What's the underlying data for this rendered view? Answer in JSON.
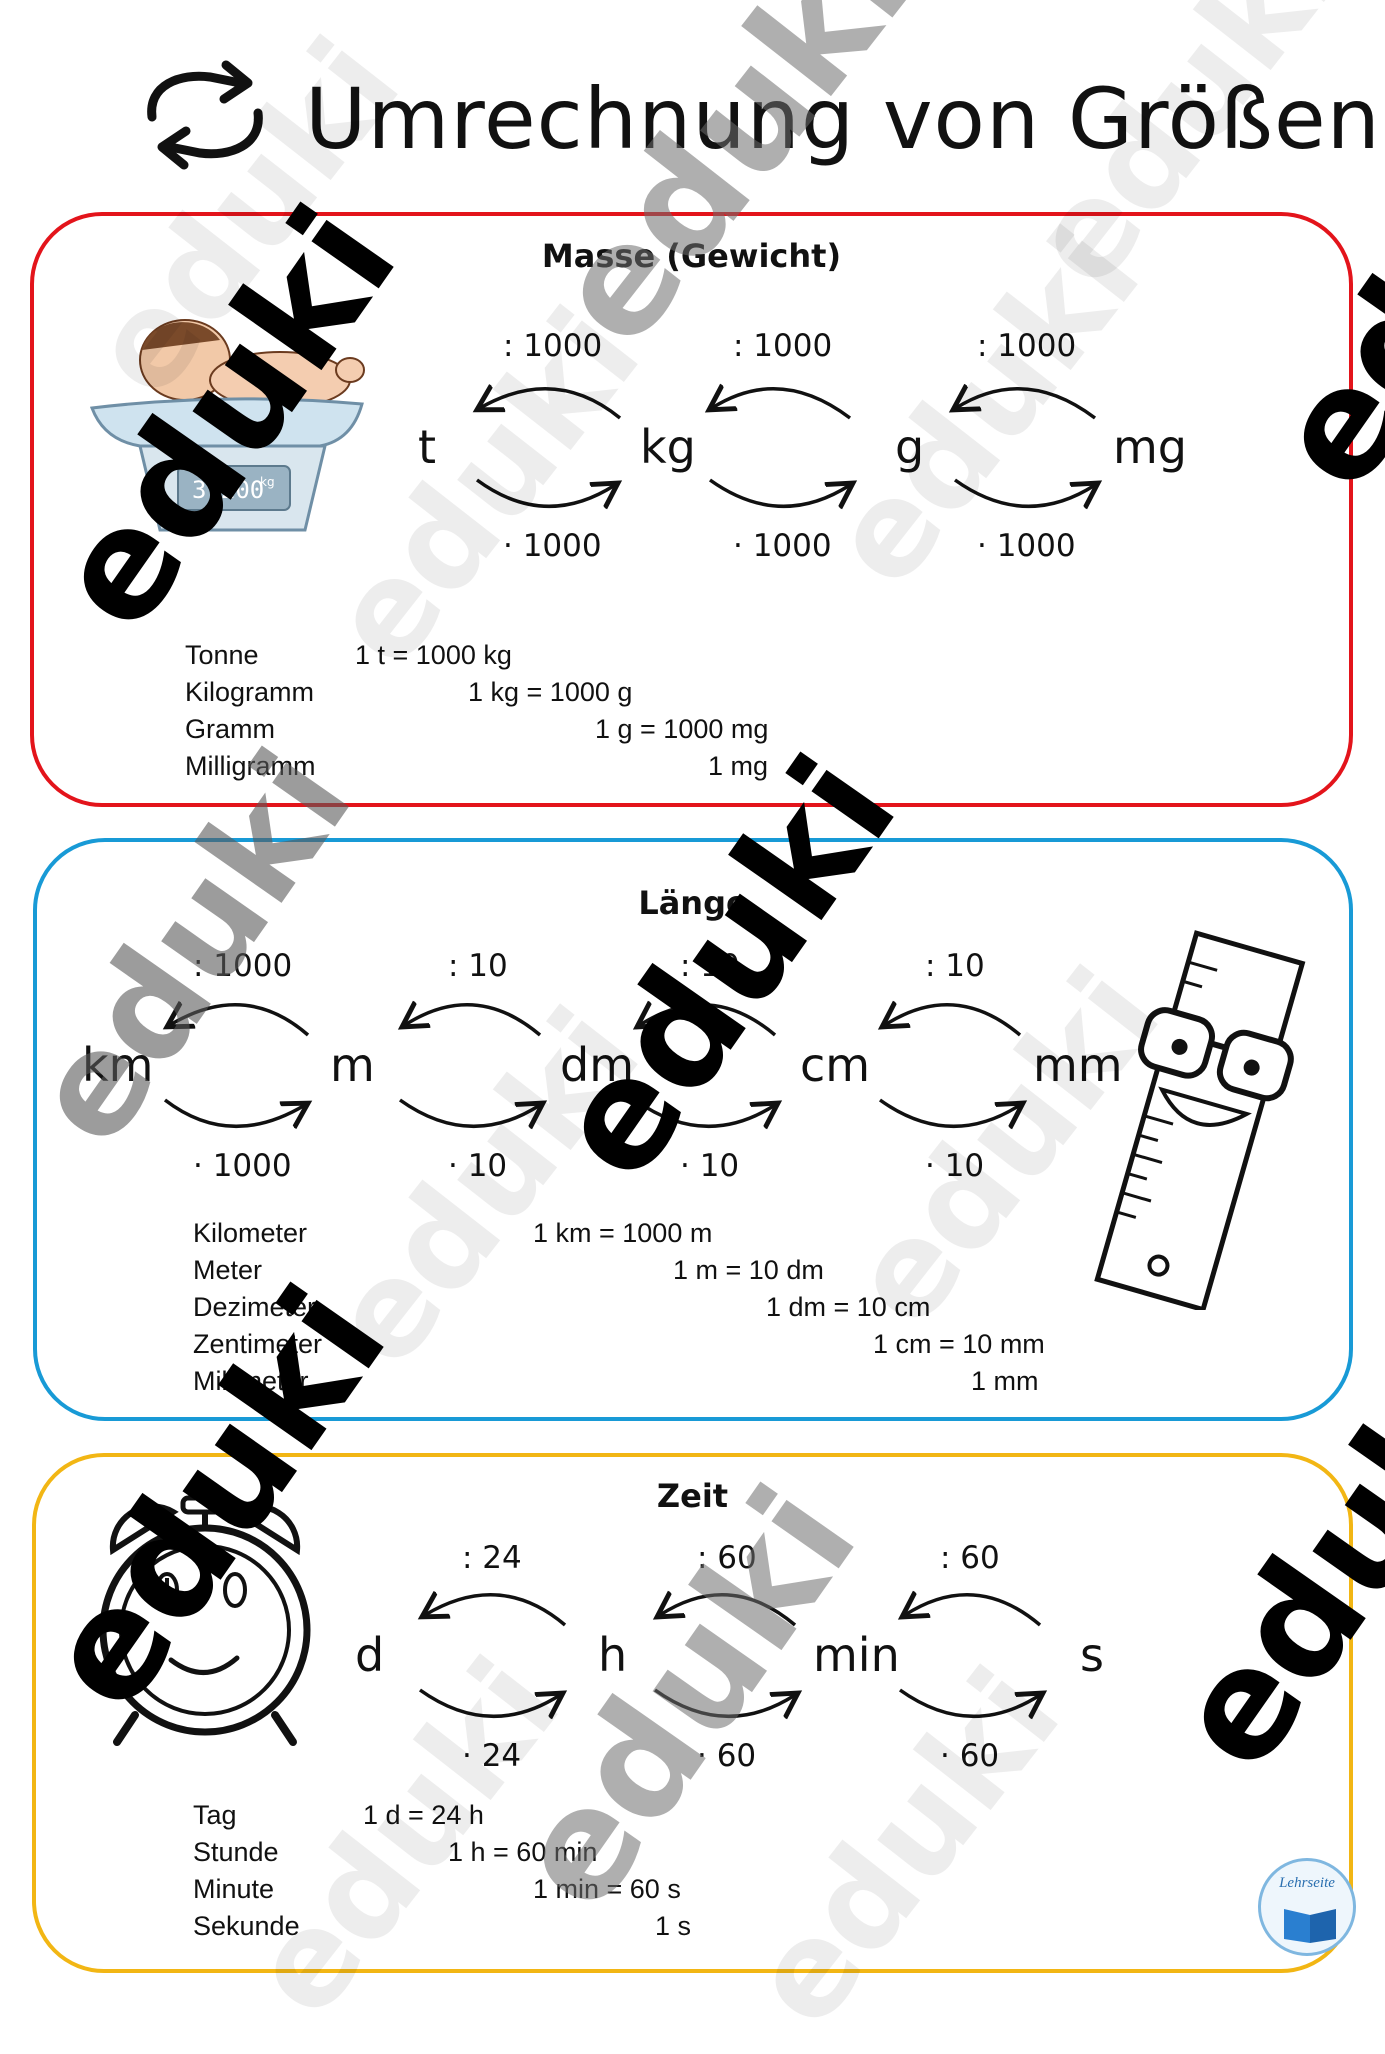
{
  "page": {
    "title": "Umrechnung von Größen",
    "title_icon": "refresh-arrows-icon"
  },
  "colors": {
    "mass_border": "#e3141b",
    "length_border": "#189ad6",
    "time_border": "#f2b614"
  },
  "sections": {
    "mass": {
      "title": "Masse (Gewicht)",
      "units": [
        "t",
        "kg",
        "g",
        "mg"
      ],
      "divide": [
        ": 1000",
        ": 1000",
        ": 1000"
      ],
      "multiply": [
        "· 1000",
        "· 1000",
        "· 1000"
      ],
      "rows": [
        {
          "name": "Tonne",
          "relation": "1 t = 1000 kg"
        },
        {
          "name": "Kilogramm",
          "relation": "1 kg = 1000 g"
        },
        {
          "name": "Gramm",
          "relation": "1 g = 1000 mg"
        },
        {
          "name": "Milligramm",
          "relation": "1 mg"
        }
      ],
      "scale_display": "3.200",
      "scale_unit": "kg",
      "illustration": "baby-on-scale-icon"
    },
    "length": {
      "title": "Länge",
      "units": [
        "km",
        "m",
        "dm",
        "cm",
        "mm"
      ],
      "divide": [
        ": 1000",
        ": 10",
        ": 10",
        ": 10"
      ],
      "multiply": [
        "· 1000",
        "· 10",
        "· 10",
        "· 10"
      ],
      "rows": [
        {
          "name": "Kilometer",
          "relation": "1 km = 1000 m"
        },
        {
          "name": "Meter",
          "relation": "1 m = 10 dm"
        },
        {
          "name": "Dezimeter",
          "relation": "1 dm = 10 cm"
        },
        {
          "name": "Zentimeter",
          "relation": "1 cm = 10 mm"
        },
        {
          "name": "Millimeter",
          "relation": "1 mm"
        }
      ],
      "illustration": "ruler-with-glasses-icon"
    },
    "time": {
      "title": "Zeit",
      "units": [
        "d",
        "h",
        "min",
        "s"
      ],
      "divide": [
        ": 24",
        ": 60",
        ": 60"
      ],
      "multiply": [
        "· 24",
        "· 60",
        "· 60"
      ],
      "rows": [
        {
          "name": "Tag",
          "relation": "1 d = 24 h"
        },
        {
          "name": "Stunde",
          "relation": "1 h = 60 min"
        },
        {
          "name": "Minute",
          "relation": "1 min = 60 s"
        },
        {
          "name": "Sekunde",
          "relation": "1 s"
        }
      ],
      "illustration": "alarm-clock-icon"
    }
  },
  "watermark": {
    "text": "eduki"
  },
  "badge": {
    "text": "Lehrseite",
    "icon": "open-book-icon"
  }
}
